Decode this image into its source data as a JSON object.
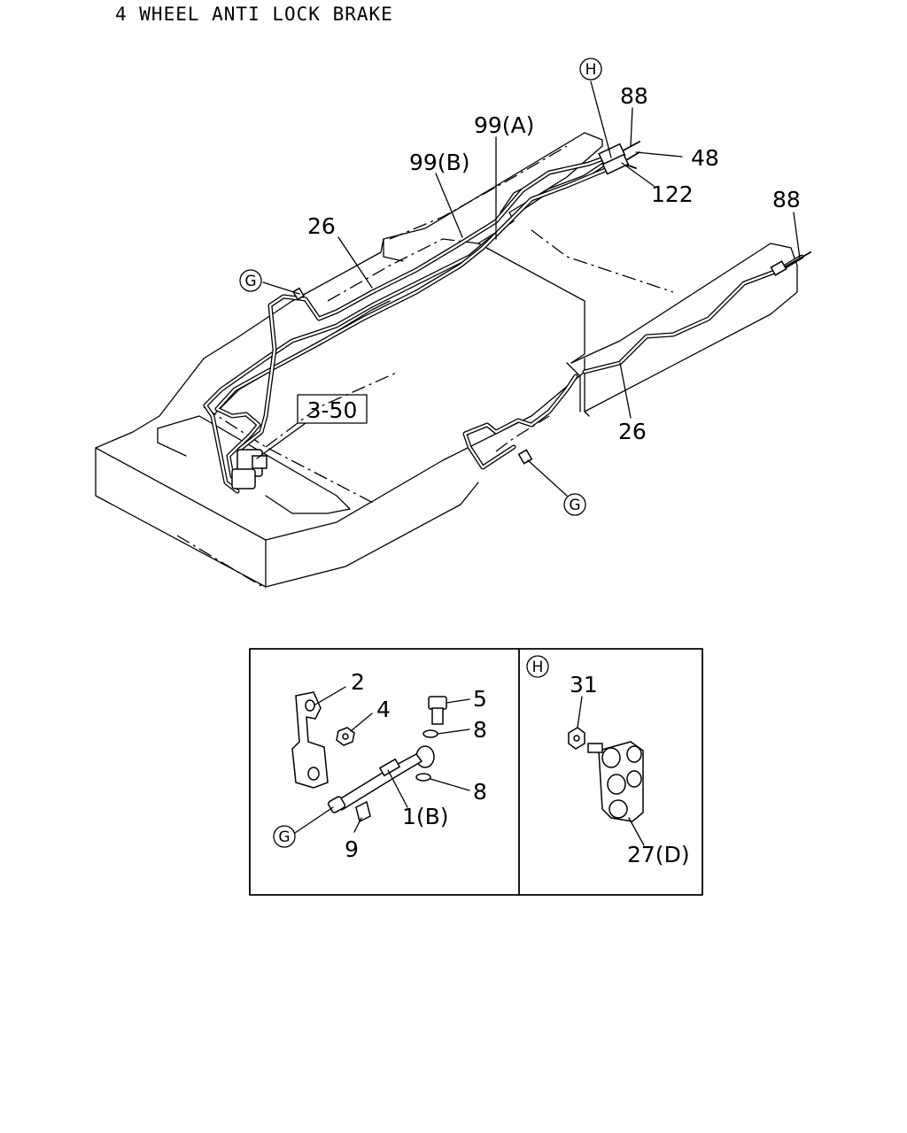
{
  "title": "4 WHEEL ANTI LOCK BRAKE",
  "callouts": {
    "h_top": "H",
    "c88a": "88",
    "c48": "48",
    "c122": "122",
    "c99a": "99(A)",
    "c99b": "99(B)",
    "c26a": "26",
    "g_left": "G",
    "ref_box": "3-50",
    "c88b": "88",
    "c26b": "26",
    "g_mid": "G"
  },
  "detail_left": {
    "c2": "2",
    "c4": "4",
    "c5": "5",
    "c8a": "8",
    "c8b": "8",
    "c1b": "1(B)",
    "c9": "9",
    "g": "G"
  },
  "detail_right": {
    "h": "H",
    "c31": "31",
    "c27d": "27(D)"
  }
}
